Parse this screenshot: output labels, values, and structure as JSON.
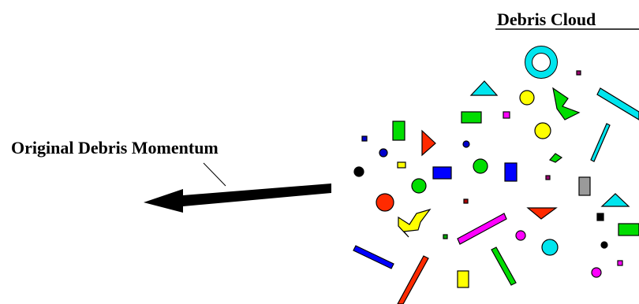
{
  "labels": {
    "cloud_title": "Debris Cloud",
    "momentum_label": "Original Debris Momentum"
  },
  "colors": {
    "background": "#ffffff",
    "ink": "#000000",
    "cyan": "#00e5ee",
    "green": "#00dd00",
    "yellow": "#ffff00",
    "red": "#ff2a00",
    "blue": "#0000ff",
    "magenta": "#ff00ff",
    "gray": "#9a9a9a"
  },
  "debris": {
    "count_label": "",
    "kinds": [
      "ring",
      "circle",
      "rectangle",
      "triangle",
      "rod",
      "fragment"
    ]
  }
}
